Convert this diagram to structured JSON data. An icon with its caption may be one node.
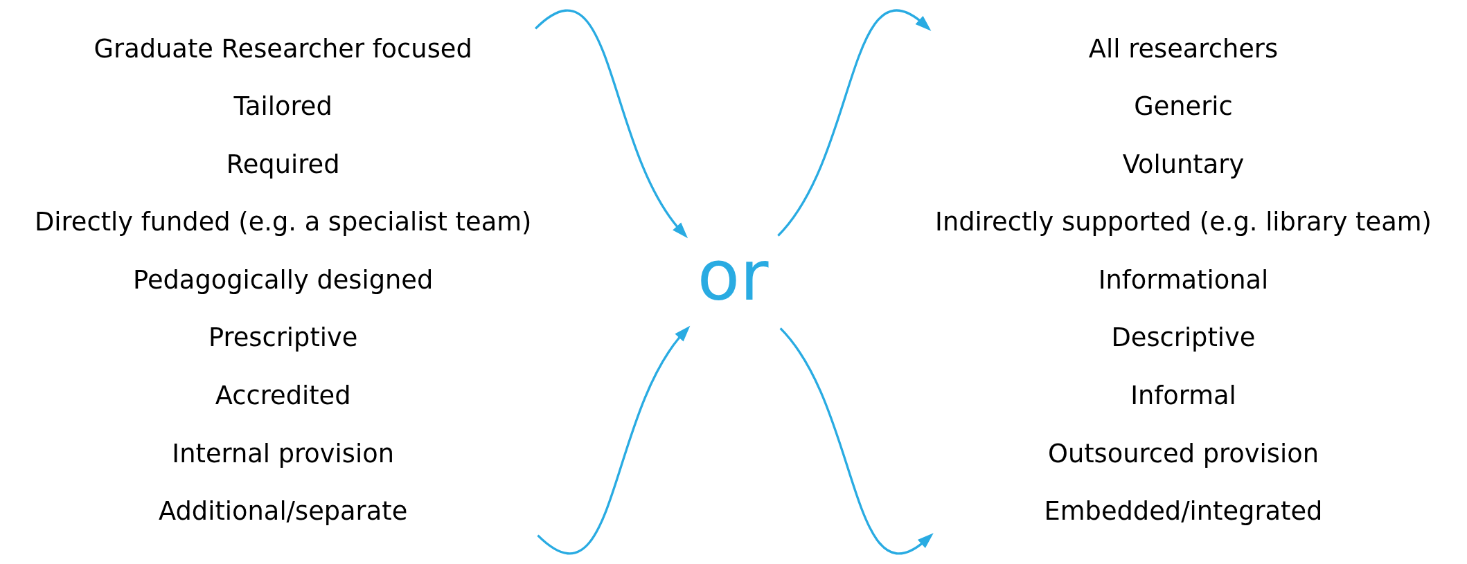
{
  "diagram": {
    "nodes": [
      {
        "text": [
          "Graduate Researcher focused",
          "Tailored",
          "Required",
          "Directly funded (e.g. a specialist team)",
          "Pedagogically designed",
          "Prescriptive",
          "Accredited",
          "Internal provision",
          "Additional/separate"
        ]
      },
      {
        "text": [
          "or"
        ]
      },
      {
        "text": [
          "All researchers",
          "Generic",
          "Voluntary",
          "Indirectly supported (e.g. library team)",
          "Informational",
          "Descriptive",
          "Informal",
          "Outsourced provision",
          "Embedded/integrated"
        ]
      }
    ],
    "edges": [
      {
        "from": 0,
        "to": 1,
        "arrow": "to"
      },
      {
        "from": 0,
        "to": 1,
        "arrow": "to"
      },
      {
        "from": 1,
        "to": 2,
        "arrow": "to"
      },
      {
        "from": 1,
        "to": 2,
        "arrow": "to"
      }
    ]
  }
}
